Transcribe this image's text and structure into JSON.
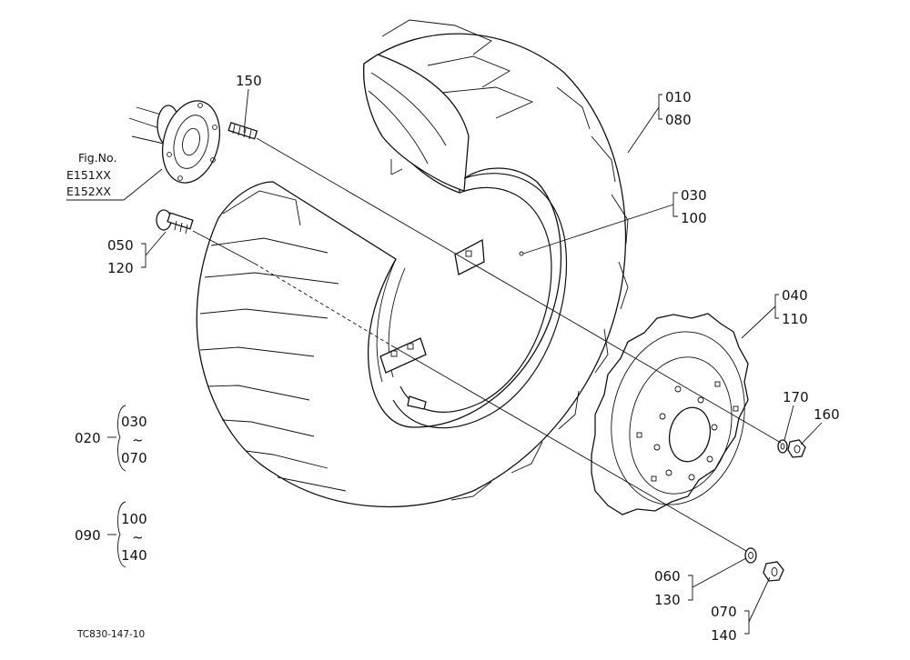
{
  "labels": {
    "p150": "150",
    "p010": "010",
    "p080": "080",
    "p030": "030",
    "p100": "100",
    "p050": "050",
    "p120": "120",
    "p040": "040",
    "p110": "110",
    "p170": "170",
    "p160": "160",
    "p060": "060",
    "p130": "130",
    "p070": "070",
    "p140": "140"
  },
  "ranges": {
    "r020": {
      "main": "020",
      "from": "030",
      "sep": "~",
      "to": "070"
    },
    "r090": {
      "main": "090",
      "from": "100",
      "sep": "~",
      "to": "140"
    }
  },
  "fig_ref": {
    "title": "Fig.No.",
    "line1": "E151XX",
    "line2": "E152XX"
  },
  "drawing_code": "TC830-147-10"
}
